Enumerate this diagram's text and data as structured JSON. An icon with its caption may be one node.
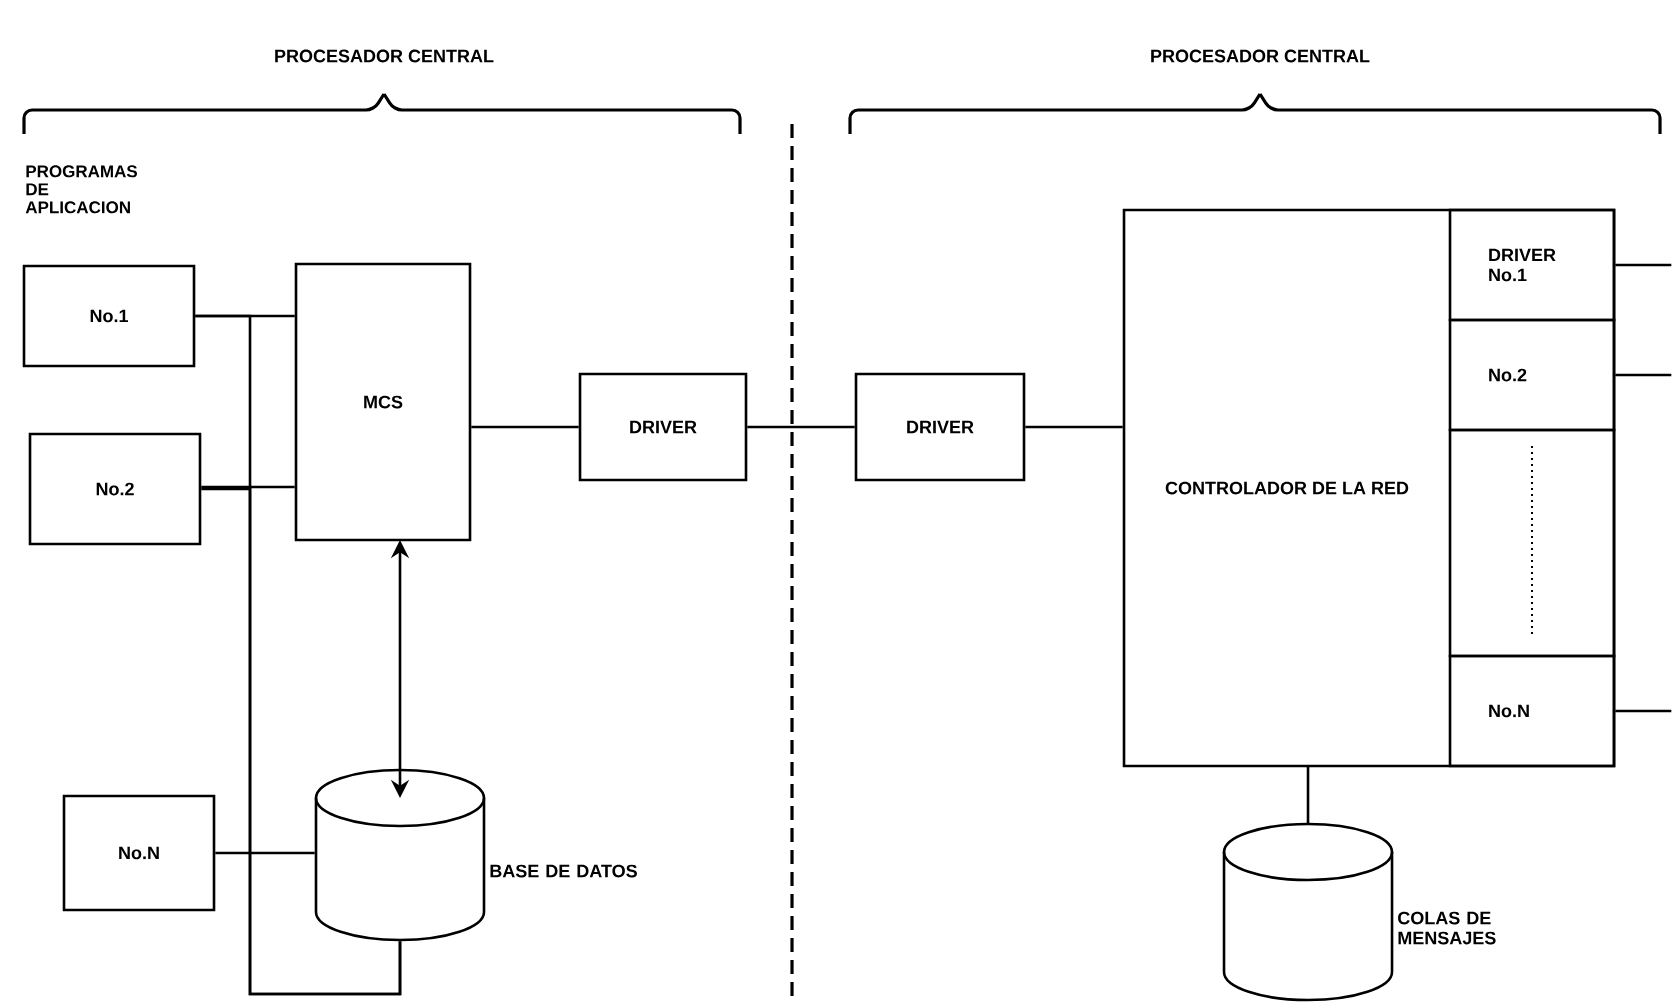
{
  "diagram": {
    "nodes": [
      {
        "text": [
          "No.1"
        ]
      },
      {
        "text": [
          "No.2"
        ]
      },
      {
        "text": [
          "MCS"
        ]
      },
      {
        "text": [
          "DRIVER"
        ]
      },
      {
        "text": [
          "DRIVER"
        ]
      },
      {
        "text": [
          "CONTROLADOR DE LA RED"
        ]
      },
      {
        "text": [
          "DRIVER No.1"
        ],
        "in": 5
      },
      {
        "text": [
          "No.2"
        ],
        "in": 5
      },
      {
        "text": [],
        "shape": "box",
        "in": 5
      },
      {
        "text": [
          "No.N"
        ],
        "in": 5
      },
      {
        "text": [
          "No.N"
        ]
      },
      {
        "text": [
          "BASE DE DATOS"
        ]
      },
      {
        "text": [
          "COLAS DE MENSAJES"
        ]
      }
    ],
    "edges": [
      {
        "from": 0,
        "to": 2,
        "arrow": "none"
      },
      {
        "from": 1,
        "to": 2,
        "arrow": "none"
      },
      {
        "from": 0,
        "to": 11,
        "arrow": "none"
      },
      {
        "from": 1,
        "to": 11,
        "arrow": "none"
      },
      {
        "from": 10,
        "to": 11,
        "arrow": "none"
      },
      {
        "from": 2,
        "to": 11,
        "arrow": "both"
      },
      {
        "from": 2,
        "to": 3,
        "arrow": "none"
      },
      {
        "from": 3,
        "to": 4,
        "arrow": "none"
      },
      {
        "from": 4,
        "to": 5,
        "arrow": "none"
      },
      {
        "from": 5,
        "to": 12,
        "arrow": "none"
      },
      {
        "from": 6,
        "to": null,
        "arrow": "none"
      },
      {
        "from": 7,
        "to": null,
        "arrow": "none"
      },
      {
        "from": 9,
        "to": null,
        "arrow": "none"
      }
    ],
    "labels": [
      "PROCESADOR CENTRAL",
      "PROCESADOR CENTRAL",
      "PROGRAMAS DE APLICACION"
    ]
  }
}
